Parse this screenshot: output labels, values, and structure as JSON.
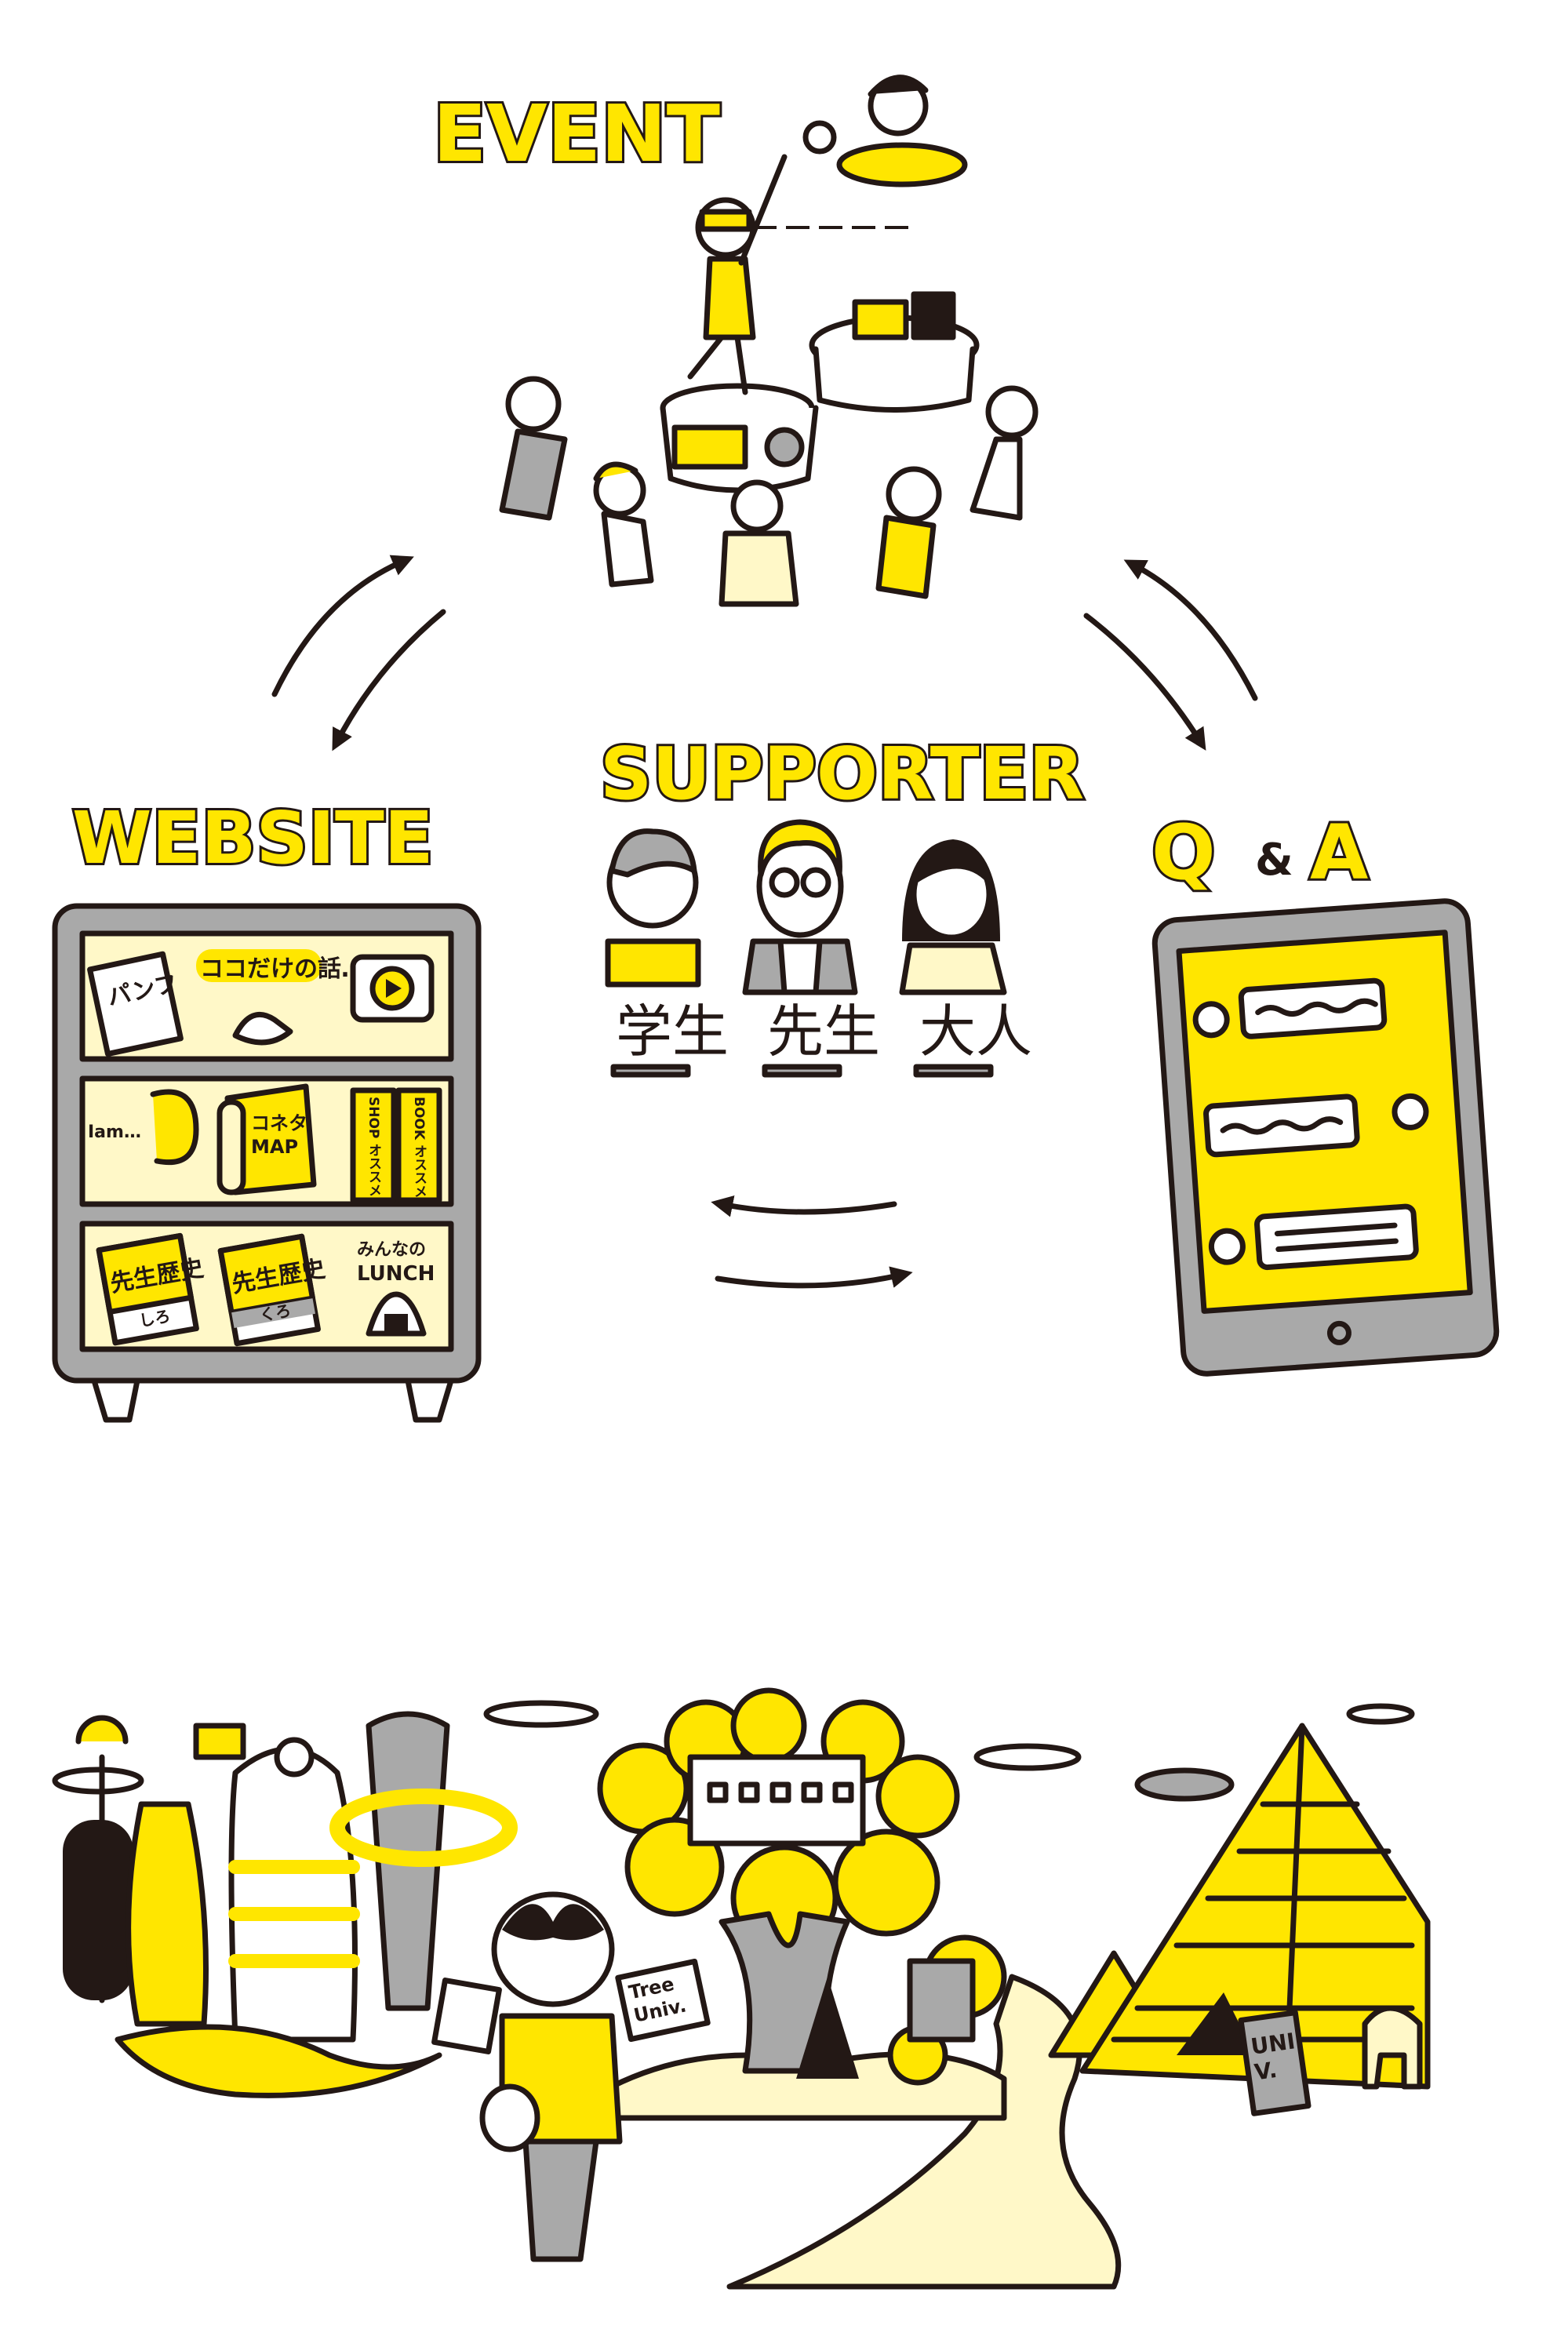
{
  "colors": {
    "yellow": "#FFE600",
    "pale_yellow": "#FFF8C8",
    "gray": "#A9A9A9",
    "ink": "#231815"
  },
  "event": {
    "title": "EVENT"
  },
  "website": {
    "title": "WEBSITE",
    "shelf1": {
      "pamphlet": "パンフ",
      "talk_bubble": "ココだけの話…",
      "video_icon": "play-icon"
    },
    "shelf2": {
      "iam": "Iam…",
      "map_line1": "コネタ",
      "map_line2": "MAP",
      "shop_book": "SHOP オススメ",
      "book_book": "BOOK オススメ"
    },
    "shelf3": {
      "history_white_title": "先生歴史",
      "history_white_sub": "しろ",
      "history_black_title": "先生歴史",
      "history_black_sub": "くろ",
      "lunch_line1": "みんなの",
      "lunch_line2": "LUNCH"
    }
  },
  "supporter": {
    "title": "SUPPORTER",
    "people": [
      {
        "label": "学生"
      },
      {
        "label": "先生"
      },
      {
        "label": "大人"
      }
    ]
  },
  "qa": {
    "title_q": "Q",
    "title_amp": "&",
    "title_a": "A"
  },
  "landscape": {
    "tree_sign_line1": "Tree",
    "tree_sign_line2": "Univ.",
    "univ_sign_line1": "UNI",
    "univ_sign_line2": "V."
  }
}
